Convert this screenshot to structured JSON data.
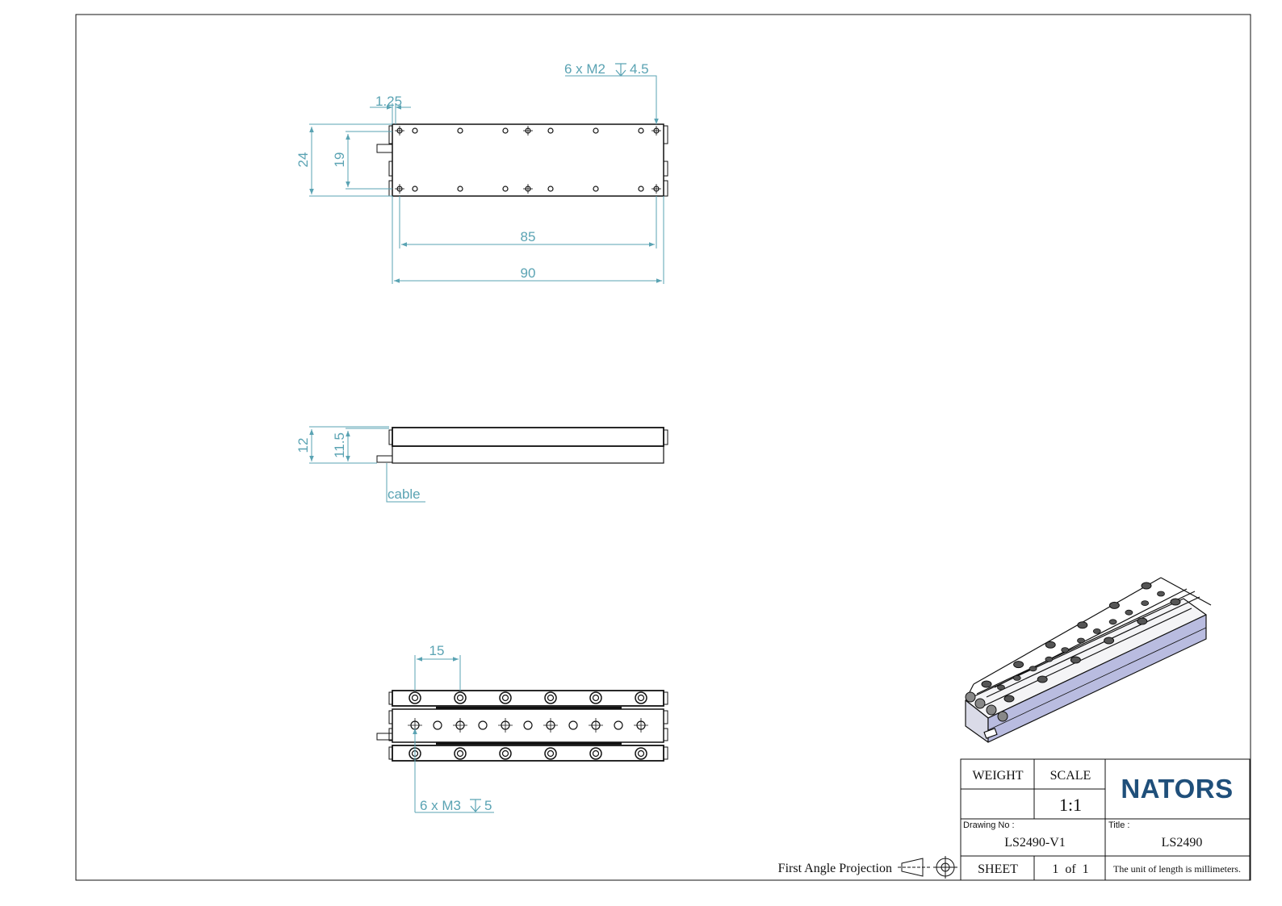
{
  "colors": {
    "dimension": "#5aa3b3",
    "outline": "#111111",
    "logo": "#1f4f7a",
    "iso_side": "#b9bce0"
  },
  "top_view": {
    "hole_note": "6 x M2",
    "hole_depth": "4.5",
    "dim_edge": "1.25",
    "dim_height_outer": "24",
    "dim_height_inner": "19",
    "dim_pitch": "85",
    "dim_length": "90"
  },
  "side_view": {
    "dim_height_total": "12",
    "dim_height_body": "11.5",
    "cable_label": "cable"
  },
  "bottom_view": {
    "dim_spacing": "15",
    "hole_note": "6 x M3",
    "hole_depth": "5"
  },
  "title_block": {
    "weight_label": "WEIGHT",
    "weight_value": "",
    "scale_label": "SCALE",
    "scale_value": "1:1",
    "logo_text": "NATORS",
    "drawing_no_label": "Drawing No :",
    "drawing_no_value": "LS2490-V1",
    "title_label": "Title :",
    "title_value": "LS2490",
    "sheet_label": "SHEET",
    "sheet_value": "1  of  1",
    "units_note": "The unit of length is millimeters.",
    "projection_label": "First Angle Projection"
  }
}
